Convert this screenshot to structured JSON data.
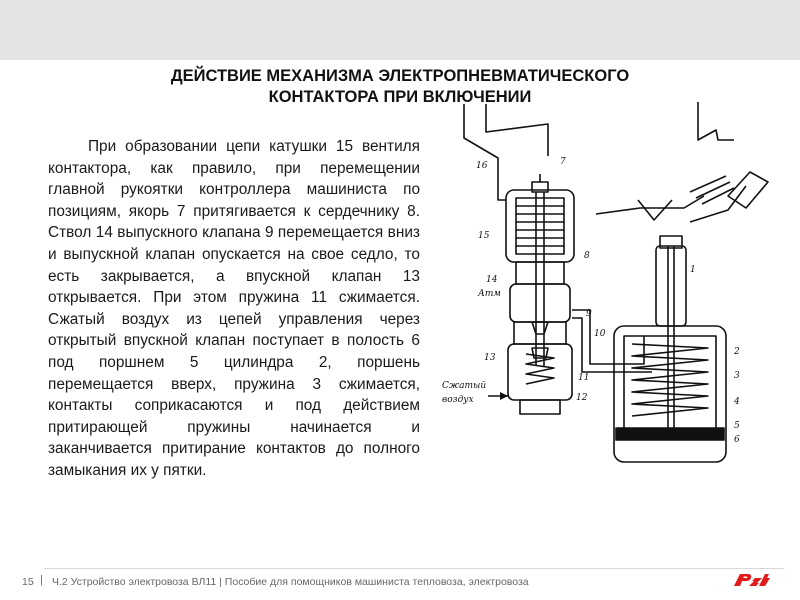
{
  "slide": {
    "title_line1": "ДЕЙСТВИЕ МЕХАНИЗМА ЭЛЕКТРОПНЕВМАТИЧЕСКОГО",
    "title_line2": "КОНТАКТОРА ПРИ ВКЛЮЧЕНИИ",
    "body": "При образовании цепи катушки 15 вентиля контактора, как правило, при перемещении главной рукоятки контроллера машиниста по позициям, якорь 7 притягивается к сердечнику 8. Ствол 14 выпускного клапана 9 перемещается вниз и выпускной клапан опускается на свое седло, то есть закрывается, а впускной клапан 13 открывается. При этом пружина 11 сжимается. Сжатый воздух из цепей управления через открытый впускной клапан поступает в полость 6 под поршнем 5 цилиндра 2, поршень перемещается вверх, пружина 3 сжимается, контакты соприкасаются и под действием притирающей пружины начинается и заканчивается притирание контактов до полного замыкания их у пятки."
  },
  "diagram": {
    "labels": {
      "n16": "16",
      "n7": "7",
      "n15": "15",
      "n8": "8",
      "n14": "14",
      "atm": "Атм",
      "n9": "9",
      "n10": "10",
      "n13": "13",
      "n11": "11",
      "n12": "12",
      "air_line1": "Сжатый",
      "air_line2": "воздух",
      "n1": "1",
      "n2": "2",
      "n3": "3",
      "n4": "4",
      "n5": "5",
      "n6": "6"
    }
  },
  "footer": {
    "page_number": "15",
    "separator": "|",
    "text": "Ч.2  Устройство электровоза ВЛ11 | Пособие для помощников машиниста тепловоза, электровоза"
  },
  "colors": {
    "top_bar": "#e3e3e3",
    "logo_red": "#e21a1a",
    "text": "#1a1a1a"
  }
}
